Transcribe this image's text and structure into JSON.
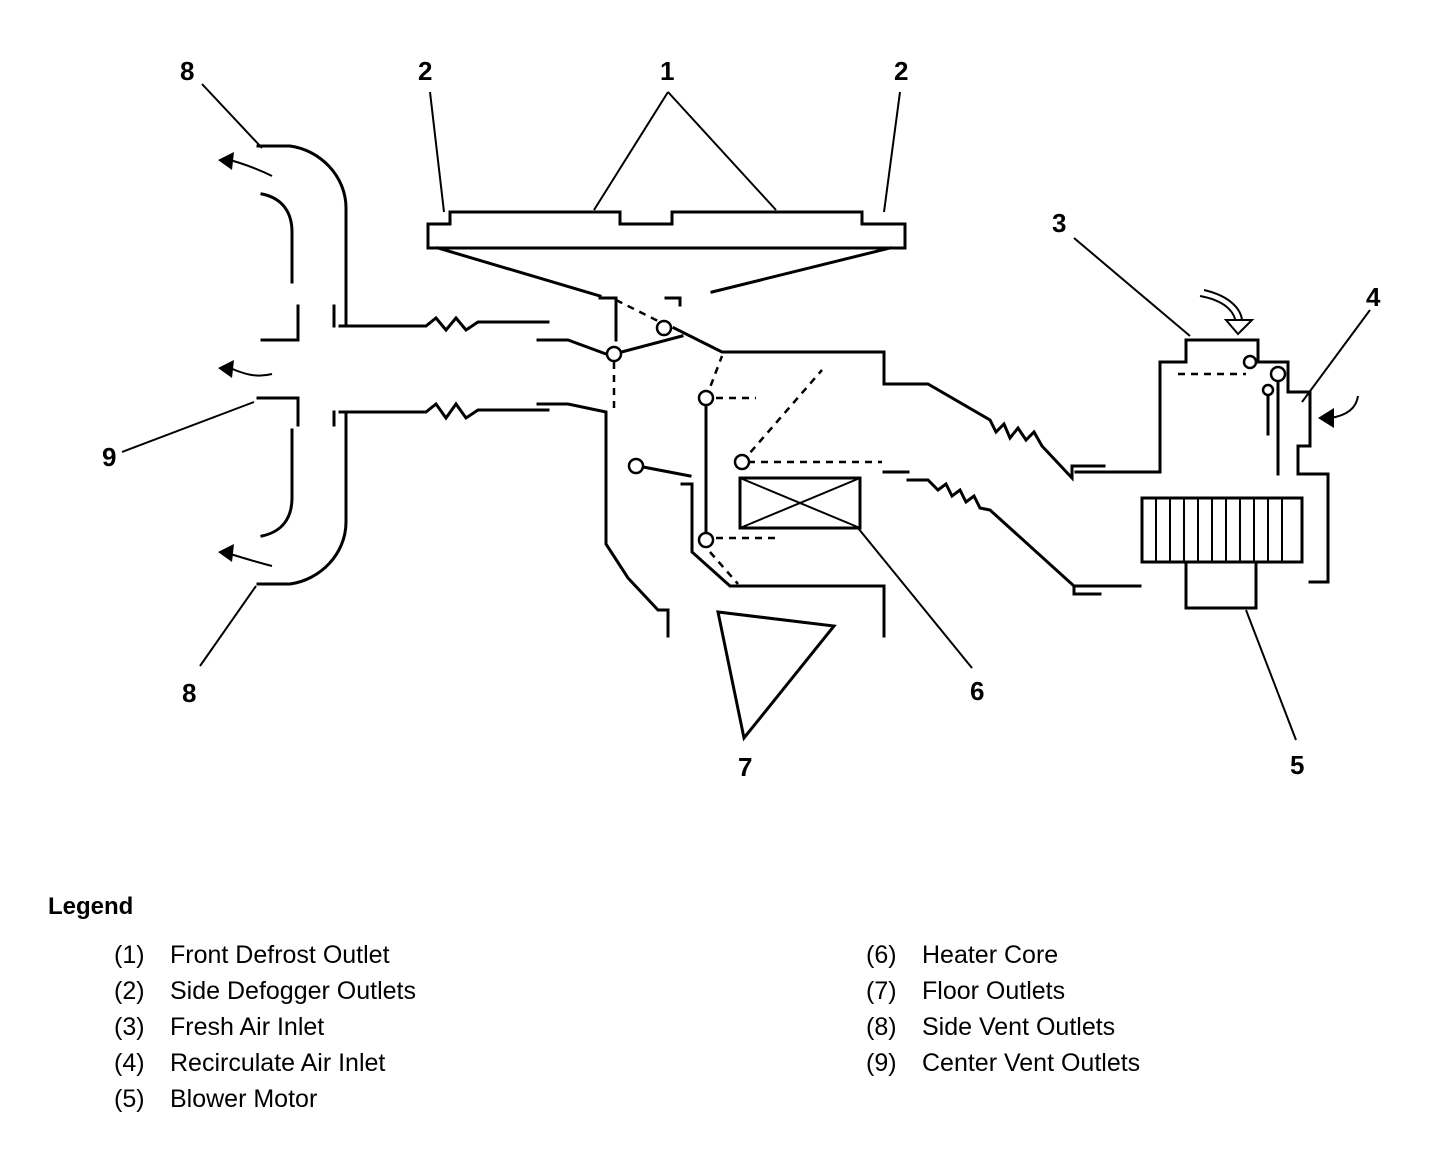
{
  "callouts": {
    "c1": "1",
    "c2_left": "2",
    "c2_right": "2",
    "c3": "3",
    "c4": "4",
    "c5": "5",
    "c6": "6",
    "c7": "7",
    "c8_top": "8",
    "c8_bottom": "8",
    "c9": "9"
  },
  "legend": {
    "title": "Legend",
    "left_items": [
      {
        "num": "(1)",
        "label": "Front Defrost Outlet"
      },
      {
        "num": "(2)",
        "label": "Side Defogger Outlets"
      },
      {
        "num": "(3)",
        "label": "Fresh Air Inlet"
      },
      {
        "num": "(4)",
        "label": "Recirculate Air Inlet"
      },
      {
        "num": "(5)",
        "label": "Blower Motor"
      }
    ],
    "right_items": [
      {
        "num": "(6)",
        "label": "Heater Core"
      },
      {
        "num": "(7)",
        "label": "Floor Outlets"
      },
      {
        "num": "(8)",
        "label": "Side Vent Outlets"
      },
      {
        "num": "(9)",
        "label": "Center Vent Outlets"
      }
    ]
  }
}
